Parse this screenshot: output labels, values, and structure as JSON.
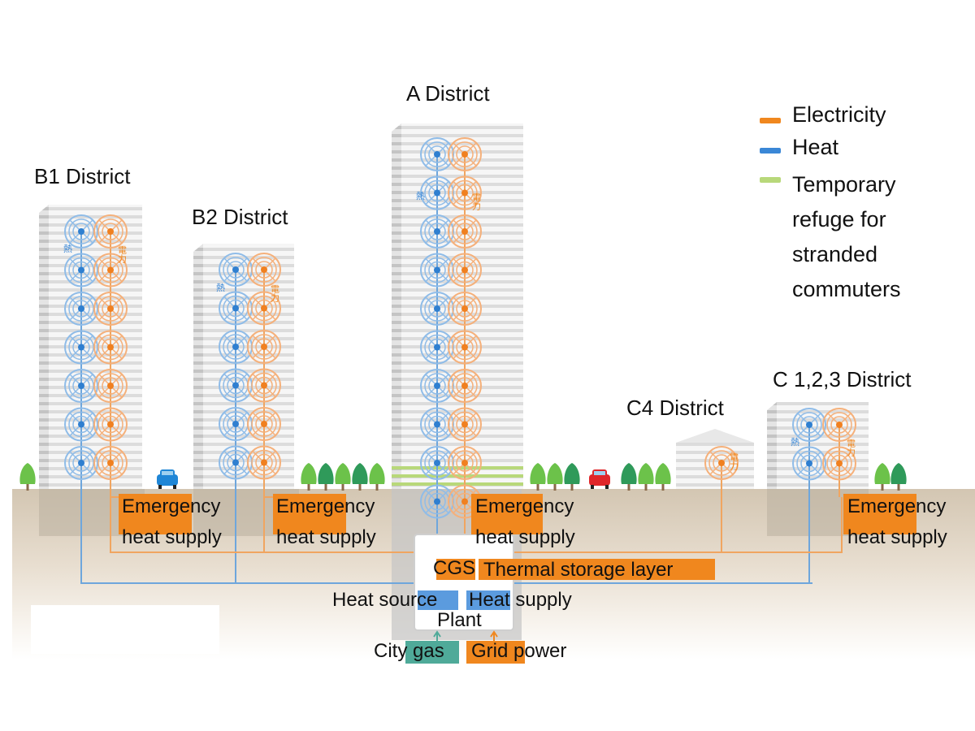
{
  "colors": {
    "electricity": "#f0871e",
    "heat": "#3a87d6",
    "refuge": "#b8d87a",
    "city_gas": "#4faa99",
    "heat_highlight": "#5b9bde",
    "ground": "#d6c9b5",
    "building": "#eeeeee",
    "tree_light": "#6cc24a",
    "tree_dark": "#2f9a5a",
    "car_blue": "#1f86d6",
    "car_red": "#e0262a"
  },
  "districts": [
    {
      "id": "b1",
      "label": "B1 District",
      "floors": 7
    },
    {
      "id": "b2",
      "label": "B2 District",
      "floors": 6
    },
    {
      "id": "a",
      "label": "A District",
      "floors": 10
    },
    {
      "id": "c4",
      "label": "C4 District",
      "floors": 1
    },
    {
      "id": "c123",
      "label": "C 1,2,3 District",
      "floors": 2
    }
  ],
  "building_glyphs": {
    "heat": "熱",
    "electricity": "電力"
  },
  "legend": [
    {
      "label": "Electricity",
      "color_key": "electricity"
    },
    {
      "label": "Heat",
      "color_key": "heat"
    },
    {
      "label": "Temporary refuge for stranded commuters",
      "lines": [
        "Temporary",
        "refuge for",
        "stranded",
        "commuters"
      ],
      "color_key": "refuge"
    }
  ],
  "emergency_labels": [
    {
      "line1": "Emergency",
      "line2": "heat supply"
    },
    {
      "line1": "Emergency",
      "line2": "heat supply"
    },
    {
      "line1": "Emergency",
      "line2": "heat supply"
    },
    {
      "line1": "Emergency",
      "line2": "heat supply"
    }
  ],
  "plant": {
    "cgs": "CGS",
    "thermal_storage": "Thermal storage layer",
    "heat_source": "Heat source",
    "heat_supply": "Heat supply",
    "plant_label": "Plant",
    "city_gas": "City gas",
    "grid_power": "Grid power"
  }
}
